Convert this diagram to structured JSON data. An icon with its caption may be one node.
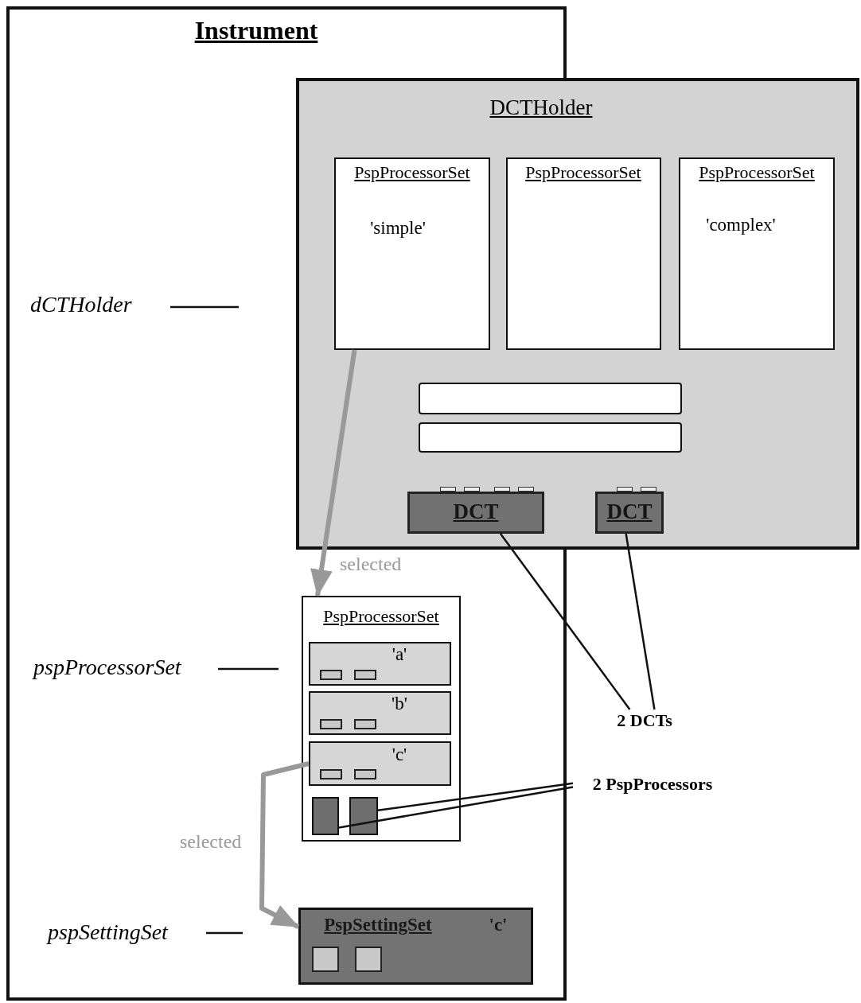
{
  "diagram": {
    "nodes": [
      {
        "text": [
          "Instrument"
        ]
      },
      {
        "text": [
          "DCTHolder"
        ]
      },
      {
        "text": [
          "PspProcessorSet",
          "'simple'"
        ]
      },
      {
        "text": [
          "PspProcessorSet"
        ],
        "in": 1
      },
      {
        "text": [
          "PspProcessorSet",
          "'complex'"
        ],
        "in": 1
      },
      {
        "text": [],
        "shape": "bar",
        "in": 1
      },
      {
        "text": [],
        "shape": "bar",
        "in": 1
      },
      {
        "text": [
          "DCT"
        ]
      },
      {
        "text": [
          "DCT"
        ],
        "in": 1
      },
      {
        "text": [
          "PspProcessorSet"
        ],
        "in": 0
      },
      {
        "text": [
          "'a'"
        ],
        "in": 9
      },
      {
        "text": [
          "'b'"
        ],
        "in": 9
      },
      {
        "text": [
          "'c'"
        ],
        "in": 9
      },
      {
        "text": [],
        "shape": "box",
        "in": 9
      },
      {
        "text": [],
        "shape": "box",
        "in": 9
      },
      {
        "text": [
          "PspSettingSet",
          "'c'"
        ],
        "in": 0
      },
      {
        "text": [
          "2 DCTs"
        ]
      },
      {
        "text": [
          "2 PspProcessors"
        ]
      }
    ],
    "edges": [
      {
        "from": 2,
        "to": 9,
        "arrow": "to",
        "label": "selected",
        "style": "thick",
        "color": "#999999"
      },
      {
        "from": 12,
        "to": 15,
        "arrow": "to",
        "label": "selected",
        "style": "thick",
        "color": "#999999"
      },
      {
        "from": 16,
        "to": 7,
        "arrow": "none"
      },
      {
        "from": 16,
        "to": 8,
        "arrow": "none"
      },
      {
        "from": 17,
        "to": 13,
        "arrow": "none"
      },
      {
        "from": 17,
        "to": 14,
        "arrow": "none"
      }
    ],
    "labels": [
      "dCTHolder",
      "pspProcessorSet",
      "pspSettingSet"
    ]
  }
}
